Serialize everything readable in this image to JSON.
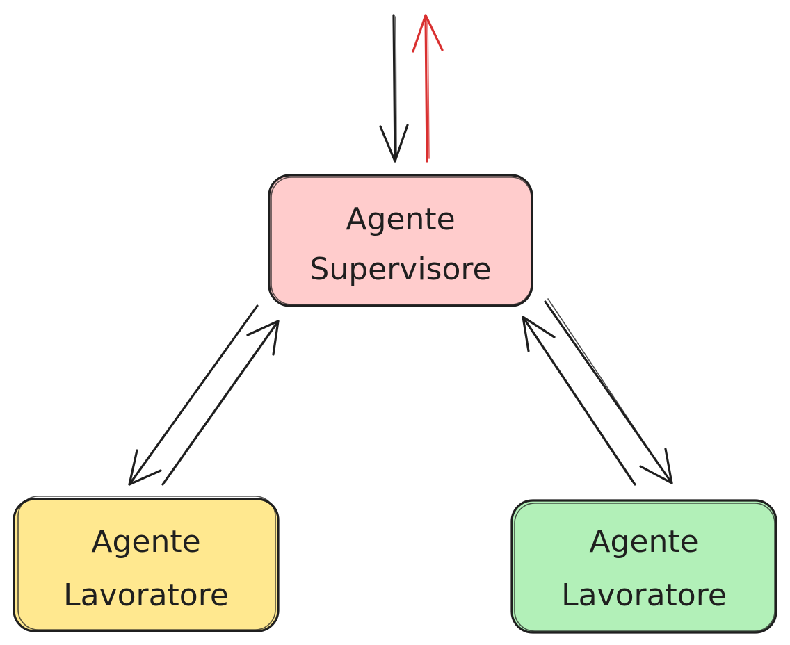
{
  "nodes": {
    "supervisor": {
      "label_line1": "Agente",
      "label_line2": "Supervisore",
      "fill": "#ffcccc"
    },
    "worker_left": {
      "label_line1": "Agente",
      "label_line2": "Lavoratore",
      "fill": "#ffe88f"
    },
    "worker_right": {
      "label_line1": "Agente",
      "label_line2": "Lavoratore",
      "fill": "#b2f0b8"
    }
  },
  "edges": [
    {
      "from": "external",
      "to": "supervisor",
      "color": "#1f1f1f"
    },
    {
      "from": "supervisor",
      "to": "external",
      "color": "#d93030"
    },
    {
      "from": "supervisor",
      "to": "worker_left",
      "color": "#1f1f1f"
    },
    {
      "from": "worker_left",
      "to": "supervisor",
      "color": "#1f1f1f"
    },
    {
      "from": "worker_right",
      "to": "supervisor",
      "color": "#1f1f1f"
    },
    {
      "from": "supervisor",
      "to": "worker_right",
      "color": "#1f1f1f"
    }
  ]
}
